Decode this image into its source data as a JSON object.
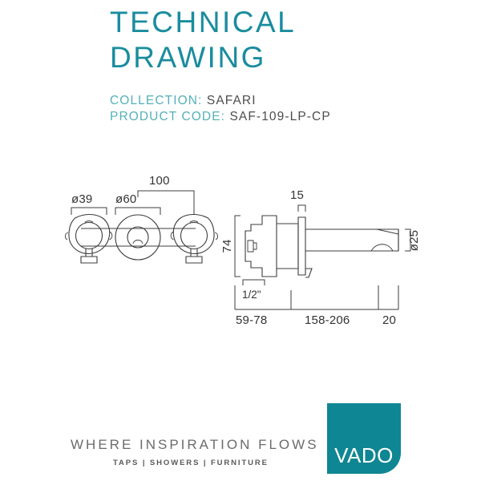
{
  "header": {
    "title_lines": [
      "TECHNICAL",
      "DRAWING"
    ],
    "collection_label": "COLLECTION:",
    "collection_value": "SAFARI",
    "product_code_label": "PRODUCT CODE:",
    "product_code_value": "SAF-109-LP-CP",
    "title_color": "#1a8c9e",
    "label_color": "#55b0b8"
  },
  "drawing": {
    "plan_view": {
      "dim_diameter_left": "ø39",
      "dim_diameter_center": "ø60",
      "dim_centers": "100"
    },
    "side_view": {
      "dim_escutcheon_depth": "15",
      "dim_height": "74",
      "dim_outlet_diameter": "ø25",
      "dim_thread": "1/2\"",
      "dim_wall_range": "59-78",
      "dim_projection_range": "158-206",
      "dim_outlet": "20"
    }
  },
  "footer": {
    "tagline": "WHERE INSPIRATION FLOWS",
    "subtagline": "TAPS | SHOWERS | FURNITURE",
    "logo_text": "VADO",
    "logo_color": "#0f8693"
  }
}
